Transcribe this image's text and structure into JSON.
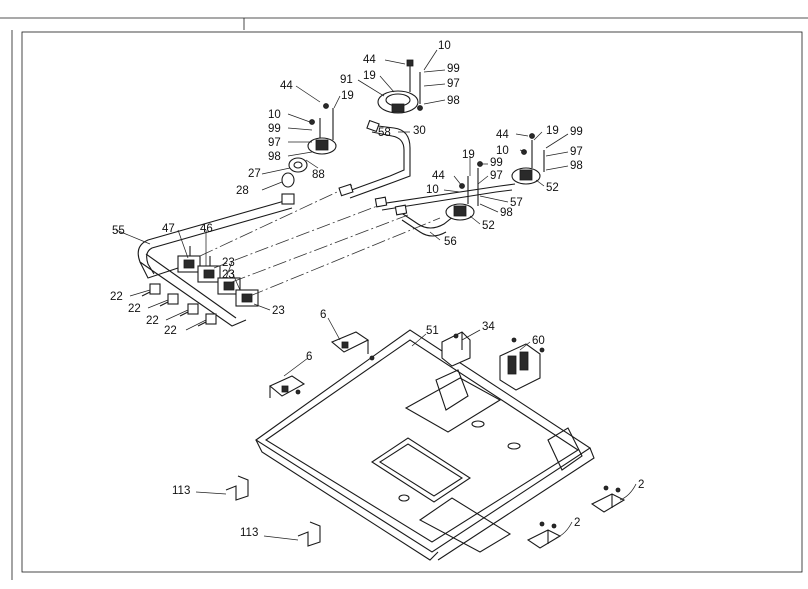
{
  "callouts": [
    {
      "id": "c-44a",
      "text": "44"
    },
    {
      "id": "c-10a",
      "text": "10"
    },
    {
      "id": "c-19a",
      "text": "19"
    },
    {
      "id": "c-99a",
      "text": "99"
    },
    {
      "id": "c-91",
      "text": "91"
    },
    {
      "id": "c-97a",
      "text": "97"
    },
    {
      "id": "c-98a",
      "text": "98"
    },
    {
      "id": "c-44b",
      "text": "44"
    },
    {
      "id": "c-19b",
      "text": "19"
    },
    {
      "id": "c-10b",
      "text": "10"
    },
    {
      "id": "c-99b",
      "text": "99"
    },
    {
      "id": "c-97b",
      "text": "97"
    },
    {
      "id": "c-98b",
      "text": "98"
    },
    {
      "id": "c-58",
      "text": "58"
    },
    {
      "id": "c-30",
      "text": "30"
    },
    {
      "id": "c-27",
      "text": "27"
    },
    {
      "id": "c-88",
      "text": "88"
    },
    {
      "id": "c-28",
      "text": "28"
    },
    {
      "id": "c-44c",
      "text": "44"
    },
    {
      "id": "c-19c",
      "text": "19"
    },
    {
      "id": "c-99c",
      "text": "99"
    },
    {
      "id": "c-10c",
      "text": "10"
    },
    {
      "id": "c-97c",
      "text": "97"
    },
    {
      "id": "c-98c",
      "text": "98"
    },
    {
      "id": "c-52a",
      "text": "52"
    },
    {
      "id": "c-19d",
      "text": "19"
    },
    {
      "id": "c-99d",
      "text": "99"
    },
    {
      "id": "c-44d",
      "text": "44"
    },
    {
      "id": "c-97d",
      "text": "97"
    },
    {
      "id": "c-10d",
      "text": "10"
    },
    {
      "id": "c-57",
      "text": "57"
    },
    {
      "id": "c-98d",
      "text": "98"
    },
    {
      "id": "c-52b",
      "text": "52"
    },
    {
      "id": "c-56",
      "text": "56"
    },
    {
      "id": "c-55",
      "text": "55"
    },
    {
      "id": "c-47",
      "text": "47"
    },
    {
      "id": "c-46",
      "text": "46"
    },
    {
      "id": "c-23a",
      "text": "23"
    },
    {
      "id": "c-23b",
      "text": "23"
    },
    {
      "id": "c-23c",
      "text": "23"
    },
    {
      "id": "c-22a",
      "text": "22"
    },
    {
      "id": "c-22b",
      "text": "22"
    },
    {
      "id": "c-22c",
      "text": "22"
    },
    {
      "id": "c-22d",
      "text": "22"
    },
    {
      "id": "c-6a",
      "text": "6"
    },
    {
      "id": "c-6b",
      "text": "6"
    },
    {
      "id": "c-51",
      "text": "51"
    },
    {
      "id": "c-34",
      "text": "34"
    },
    {
      "id": "c-60",
      "text": "60"
    },
    {
      "id": "c-113a",
      "text": "113"
    },
    {
      "id": "c-113b",
      "text": "113"
    },
    {
      "id": "c-2a",
      "text": "2"
    },
    {
      "id": "c-2b",
      "text": "2"
    }
  ]
}
